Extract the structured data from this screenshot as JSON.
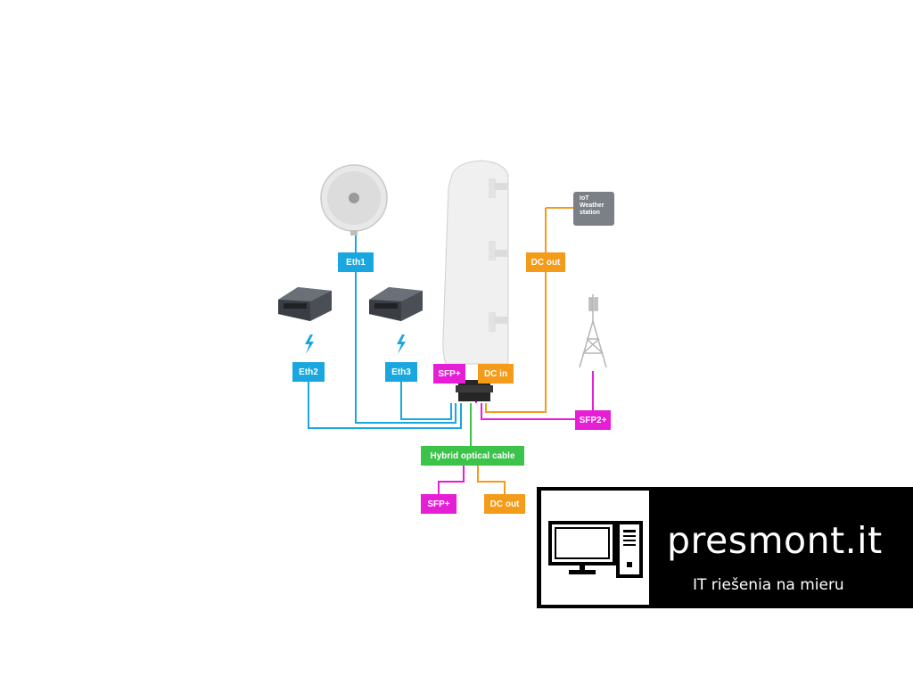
{
  "labels": {
    "eth1": "Eth1",
    "eth2": "Eth2",
    "eth3": "Eth3",
    "dc_out_top": "DC out",
    "sfp_plus_device": "SFP+",
    "dc_in": "DC in",
    "sfp2_plus": "SFP2+",
    "hybrid_cable": "Hybrid optical cable",
    "sfp_plus_bottom": "SFP+",
    "dc_out_bottom": "DC out"
  },
  "iot_station": {
    "line1": "IoT",
    "line2": "Weather",
    "line3": "station"
  },
  "brand": {
    "name": "presmont.it",
    "tagline": "IT riešenia na mieru"
  },
  "colors": {
    "ethernet": "#1aa7e0",
    "power": "#f59b1a",
    "sfp": "#e61fd6",
    "hybrid": "#3bc34a"
  }
}
